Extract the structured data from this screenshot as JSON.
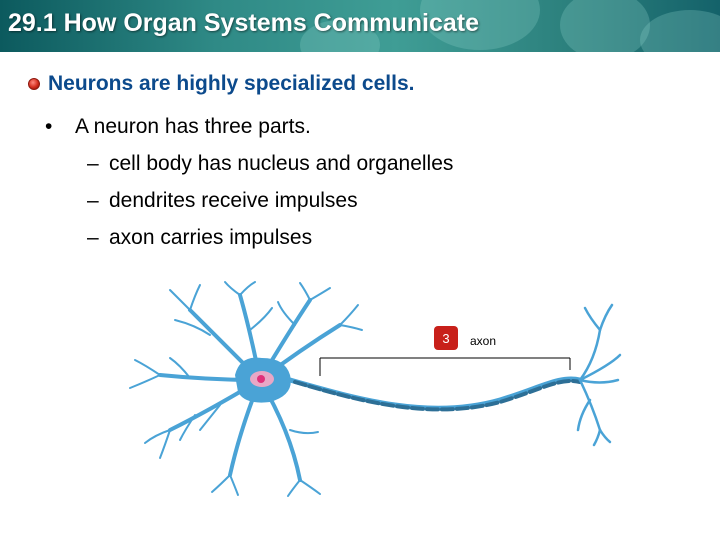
{
  "slide": {
    "title": "29.1 How Organ Systems Communicate",
    "subtitle": "Neurons are highly specialized cells.",
    "bullet": "A neuron has three parts.",
    "sub_items": [
      "cell body has nucleus and organelles",
      "dendrites receive impulses",
      "axon carries impulses"
    ]
  },
  "diagram": {
    "badge_number": "3",
    "label": "axon",
    "colors": {
      "neuron": "#4aa3d6",
      "badge": "#c8201a",
      "nucleus": "#e0307a"
    }
  }
}
